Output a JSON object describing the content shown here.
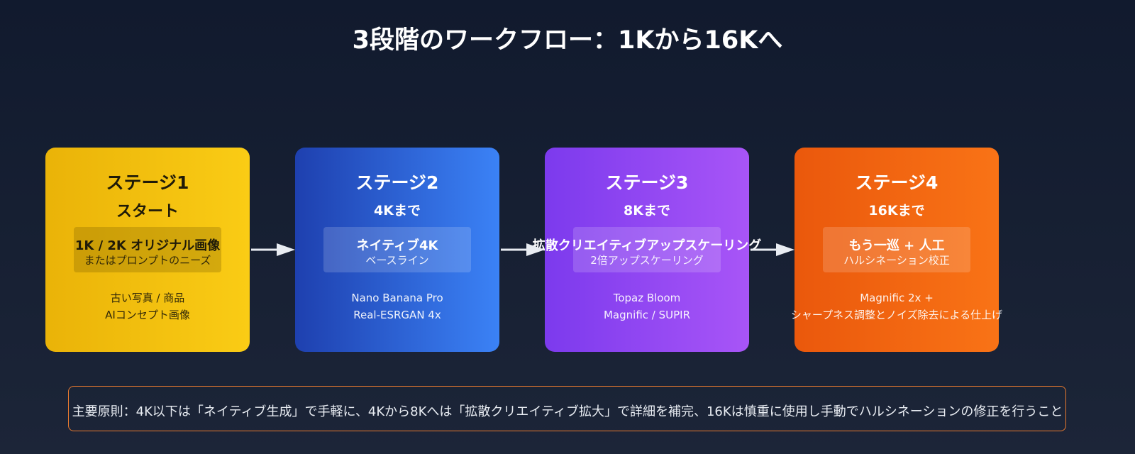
{
  "title": "3段階のワークフロー：1Kから16Kへ",
  "stages": [
    {
      "title": "ステージ1",
      "subtitle": "スタート",
      "box_main": "1K / 2K オリジナル画像",
      "box_sub": "またはプロンプトのニーズ",
      "tools": [
        "古い写真 / 商品",
        "AIコンセプト画像"
      ],
      "color": "#facc15"
    },
    {
      "title": "ステージ2",
      "subtitle": "4Kまで",
      "box_main": "ネイティブ4K",
      "box_sub": "ベースライン",
      "tools": [
        "Nano Banana Pro",
        "Real-ESRGAN 4x"
      ],
      "color": "#3b82f6"
    },
    {
      "title": "ステージ3",
      "subtitle": "8Kまで",
      "box_main": "拡散クリエイティブアップスケーリング",
      "box_sub": "2倍アップスケーリング",
      "tools": [
        "Topaz Bloom",
        "Magnific / SUPIR"
      ],
      "color": "#a855f7"
    },
    {
      "title": "ステージ4",
      "subtitle": "16Kまで",
      "box_main": "もう一巡 + 人工",
      "box_sub": "ハルシネーション校正",
      "tools": [
        "Magnific 2x +",
        "シャープネス調整とノイズ除去による仕上げ"
      ],
      "color": "#f97316"
    }
  ],
  "principle": "主要原則：4K以下は「ネイティブ生成」で手軽に、4Kから8Kへは「拡散クリエイティブ拡大」で詳細を補完、16Kは慎重に使用し手動でハルシネーションの修正を行うこと"
}
